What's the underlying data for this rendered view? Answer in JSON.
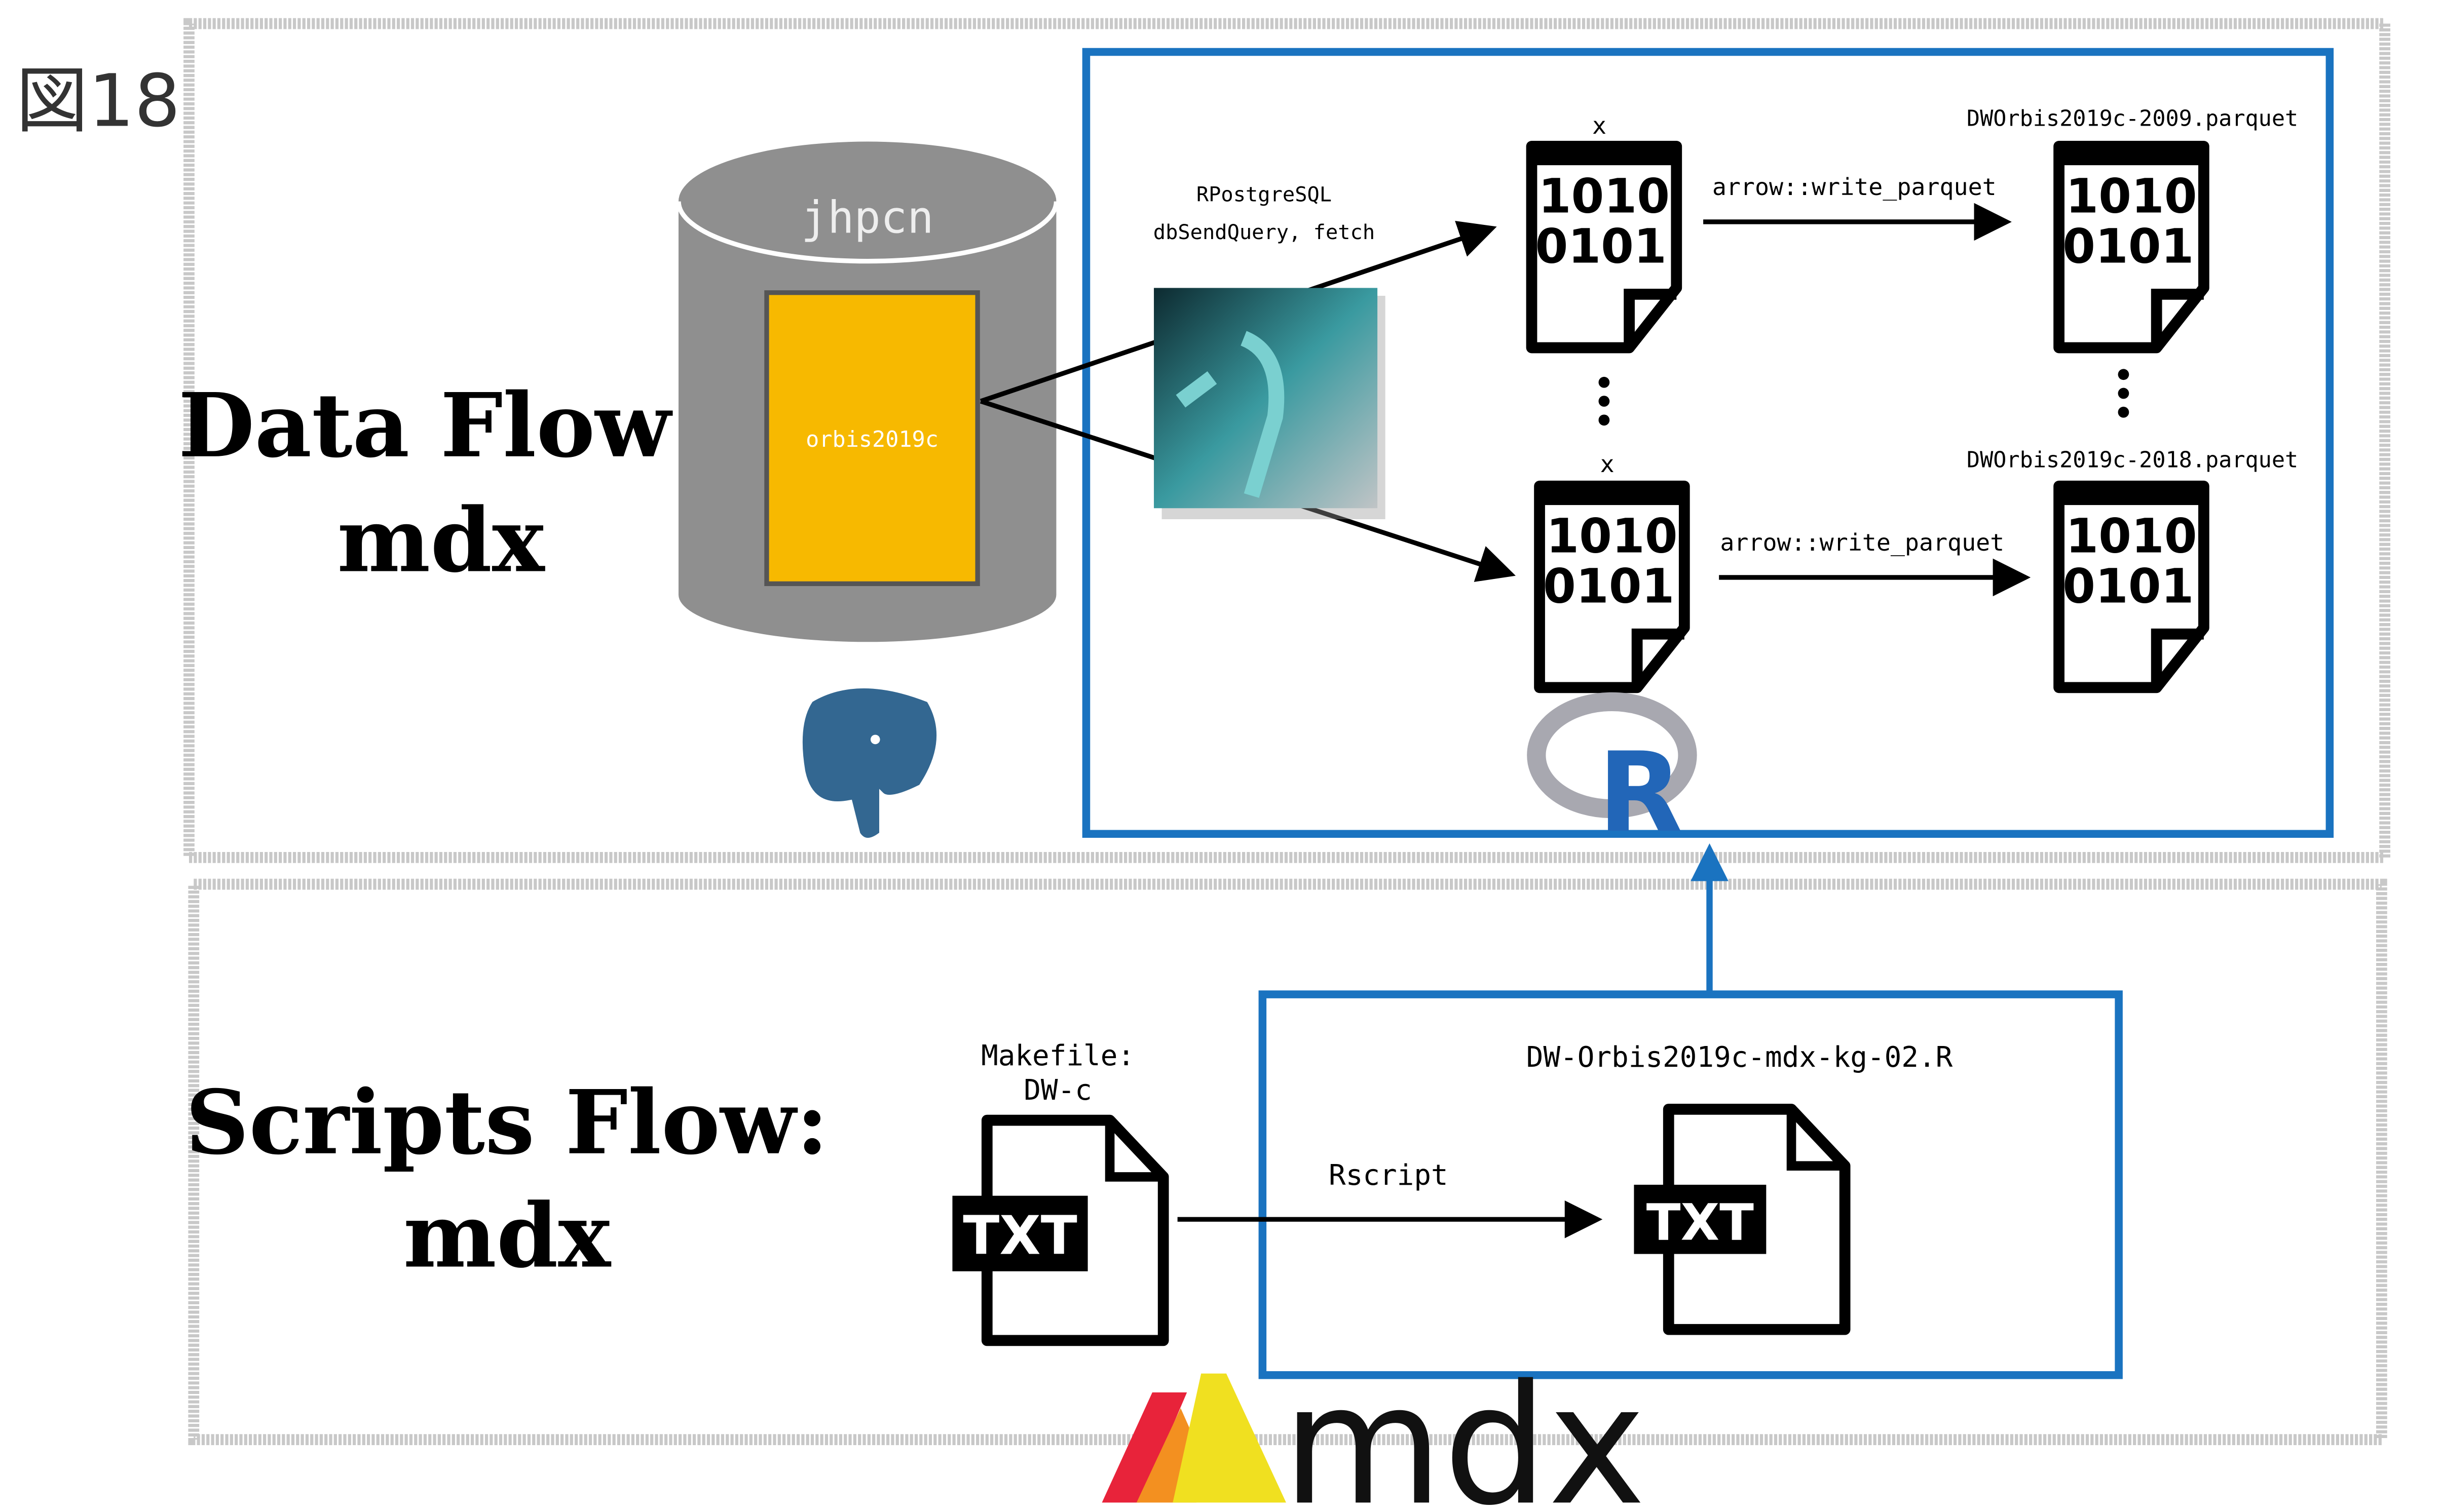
{
  "figure_label": "図18",
  "data_flow": {
    "title_line1": "Data Flow:",
    "title_line2": "mdx",
    "database": {
      "name": "jhpcn",
      "table": "orbis2019c",
      "logo": "postgresql-elephant-icon"
    },
    "fetch": {
      "line1": "RPostgreSQL",
      "line2": "dbSendQuery, fetch",
      "image": "gpu-elephant-illustration"
    },
    "rows": [
      {
        "input_label": "x",
        "action": "arrow::write_parquet",
        "output_label": "DWOrbis2019c-2009.parquet"
      },
      {
        "input_label": "x",
        "action": "arrow::write_parquet",
        "output_label": "DWOrbis2019c-2018.parquet"
      }
    ],
    "binary_line1": "1010",
    "binary_line2": "0101",
    "r_logo": "R"
  },
  "scripts_flow": {
    "title_line1": "Scripts Flow:",
    "title_line2": "mdx",
    "makefile_line1": "Makefile:",
    "makefile_line2": "DW-c",
    "script_name": "DW-Orbis2019c-mdx-kg-02.R",
    "action": "Rscript",
    "file_type": "TXT",
    "mdx_logo": "mdx"
  },
  "colors": {
    "frame": "#c8c8c8",
    "accent_blue": "#1a73c0",
    "db_gray": "#8f8f8f",
    "table_yellow": "#f7b900",
    "r_blue": "#2266b8"
  }
}
